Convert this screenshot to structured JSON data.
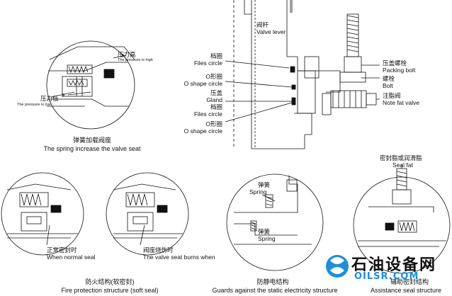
{
  "top_left": {
    "pressure_high_cn": "压力高",
    "pressure_high_en": "The pressure is high",
    "pressure_low_cn": "压力低",
    "pressure_low_en": "The pressure is low",
    "caption_cn": "弹簧加载阀座",
    "caption_en": "The spring increase the valve seat"
  },
  "top_right": {
    "valve_lever_cn": "阀杆",
    "valve_lever_en": "Valve lever",
    "files_circle_1_cn": "档圈",
    "files_circle_1_en": "Files circle",
    "o_shape_1_cn": "O形圈",
    "o_shape_1_en": "O shape circle",
    "gland_cn": "压盖",
    "gland_en": "Gland",
    "files_circle_2_cn": "档圈",
    "files_circle_2_en": "Files circle",
    "o_shape_2_cn": "O形圈",
    "o_shape_2_en": "O shape circle",
    "packing_bolt_cn": "压盖螺栓",
    "packing_bolt_en": "Packing bolt",
    "bolt_cn": "螺栓",
    "bolt_en": "Bolt",
    "note_fat_cn": "注脂阀",
    "note_fat_en": "Note fat valve"
  },
  "bottom": {
    "normal_seal_cn": "正常密封时",
    "normal_seal_en": "When normal seal",
    "seat_burns_cn": "阀座烧伤时",
    "seat_burns_en": "The valve seat burns when",
    "fire_caption_cn": "防火结构(软密封)",
    "fire_caption_en": "Fire protection structure (soft seal)",
    "spring_top_cn": "弹簧",
    "spring_top_en": "Spring",
    "spring_bottom_cn": "弹簧",
    "spring_bottom_en": "Spring",
    "static_caption_cn": "防静电结构",
    "static_caption_en": "Guards against the static electricity structure",
    "seal_fat_cn": "密封脂或润滑脂",
    "seal_fat_en": "Seal fat",
    "assist_caption_cn": "辅助密封结构",
    "assist_caption_en": "Assistance seal structure"
  },
  "watermark": {
    "cn": "石油设备网",
    "en": "OILSR.COM",
    "logo_color": "#1e8fd8",
    "text_color": "#111111"
  }
}
